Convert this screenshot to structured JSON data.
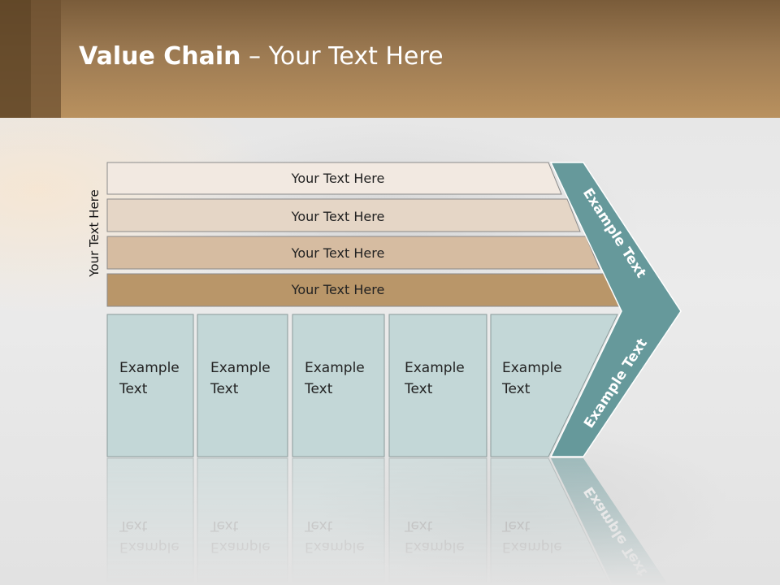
{
  "title": {
    "bold": "Value Chain",
    "rest": " – Your Text Here"
  },
  "side_label": "Your Text Here",
  "support_rows": [
    {
      "label": "Your Text Here",
      "color": "#f2e9e1"
    },
    {
      "label": "Your Text Here",
      "color": "#e5d6c6"
    },
    {
      "label": "Your Text Here",
      "color": "#d6bca1"
    },
    {
      "label": "Your Text Here",
      "color": "#b99669"
    }
  ],
  "primary_boxes": [
    {
      "line1": "Example",
      "line2": "Text"
    },
    {
      "line1": "Example",
      "line2": "Text"
    },
    {
      "line1": "Example",
      "line2": "Text"
    },
    {
      "line1": "Example",
      "line2": "Text"
    },
    {
      "line1": "Example",
      "line2": "Text"
    }
  ],
  "arrow_top_label": "Example Text",
  "arrow_bottom_label": "Example Text",
  "colors": {
    "teal": "#66999b",
    "box_fill": "#c3d7d7",
    "header": "#9c7a52"
  }
}
